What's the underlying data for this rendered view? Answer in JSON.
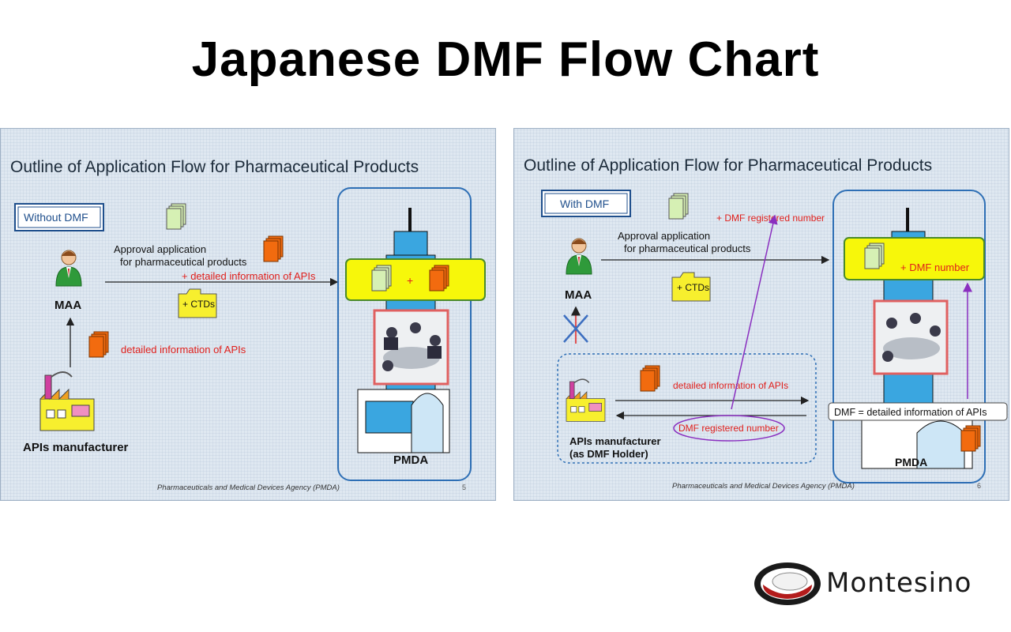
{
  "page_title": "Japanese DMF Flow Chart",
  "slides": [
    {
      "heading": "Outline of Application Flow for Pharmaceutical Products",
      "mode_label": "Without DMF",
      "maa_label": "MAA",
      "approval_line1": "Approval application",
      "approval_line2": "for pharmaceutical products",
      "plus_detail": "+ detailed information of APIs",
      "ctds": "+ CTDs",
      "detail_apis": "detailed information of APIs",
      "plus": "+",
      "manufacturer_label": "APIs manufacturer",
      "pmda_label": "PMDA",
      "footer": "Pharmaceuticals and Medical Devices Agency (PMDA)",
      "page_number": "5"
    },
    {
      "heading": "Outline of Application Flow for Pharmaceutical Products",
      "mode_label": "With DMF",
      "maa_label": "MAA",
      "approval_line1": "Approval application",
      "approval_line2": "for pharmaceutical products",
      "dmf_registered_number_plus": "+ DMF registered number",
      "ctds": "+ CTDs",
      "dmf_number_plus": "+ DMF number",
      "detail_apis": "detailed information of APIs",
      "dmf_registered_number": "DMF registered number",
      "dmf_equals": "DMF = detailed information of APIs",
      "manufacturer_line1": "APIs manufacturer",
      "manufacturer_line2": "(as DMF Holder)",
      "pmda_label": "PMDA",
      "footer": "Pharmaceuticals and Medical Devices Agency (PMDA)",
      "page_number": "6"
    }
  ],
  "logo_text": "Montesino",
  "colors": {
    "red_text": "#e0201c",
    "purple_arrow": "#8a2fbf",
    "highlight_yellow": "#f7f70a",
    "doc_orange": "#f26b0f",
    "doc_green": "#d6f0b4",
    "folder_yellow": "#f7ef2e",
    "pmda_box_border": "#2e6fb5",
    "cross_blue": "#3d6fc0"
  },
  "icons": [
    "person-icon",
    "factory-icon",
    "document-stack-icon",
    "folder-icon",
    "tower-building-icon",
    "meeting-photo",
    "montesino-logo-icon"
  ]
}
